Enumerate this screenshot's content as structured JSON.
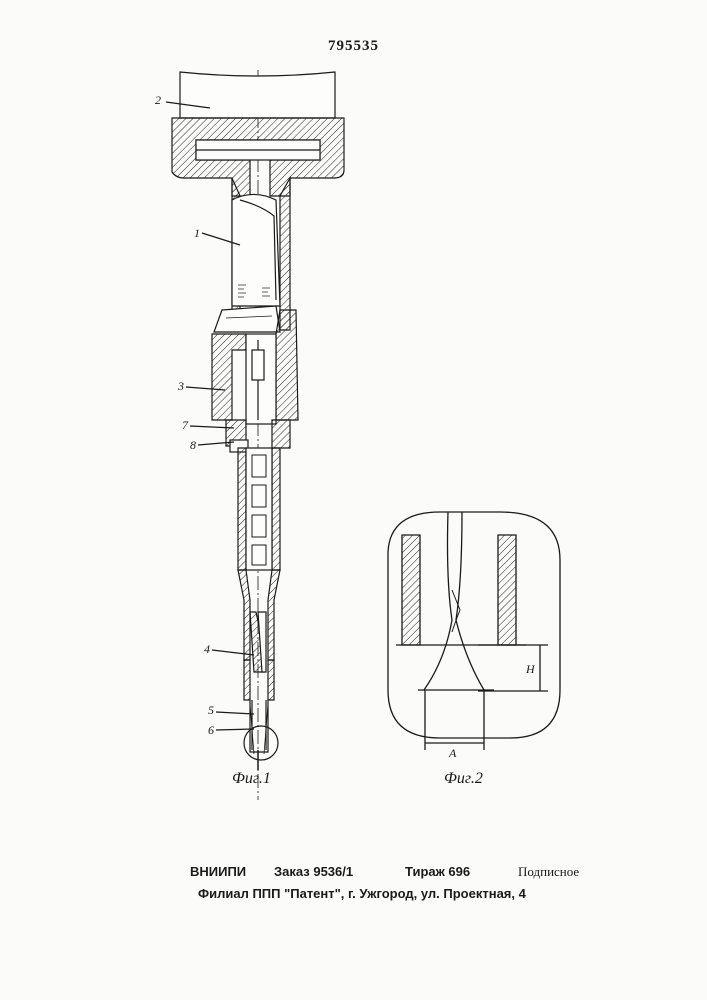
{
  "patent_number": "795535",
  "labels": {
    "l1": "1",
    "l2": "2",
    "l3": "3",
    "l4": "4",
    "l5": "5",
    "l6": "6",
    "l7": "7",
    "l8": "8",
    "dim_h": "H",
    "dim_a": "A"
  },
  "captions": {
    "fig1": "Фиг.1",
    "fig2": "Фиг.2"
  },
  "footer": {
    "org": "ВНИИПИ",
    "order": "Заказ 9536/1",
    "circulation": "Тираж 696",
    "subscription": "Подписное",
    "branch": "Филиал ППП \"Патент\", г. Ужгород, ул. Проектная, 4"
  }
}
